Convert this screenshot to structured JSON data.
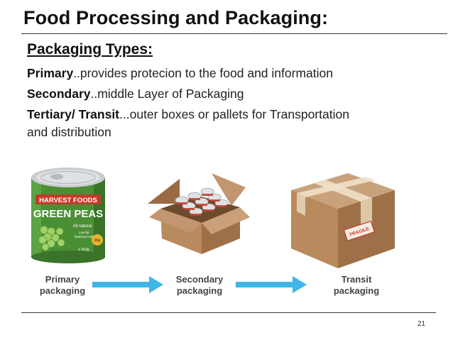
{
  "slide": {
    "title": "Food Processing and Packaging:",
    "subheading": "Packaging Types:",
    "lines": [
      {
        "term": "Primary",
        "text": "..provides protecion to the food and information"
      },
      {
        "term": "Secondary",
        "text": "..middle Layer of Packaging"
      },
      {
        "term": "Tertiary/ Transit",
        "text": "...outer boxes or pallets for Transportation"
      },
      {
        "term": "",
        "text": "and distribution"
      }
    ],
    "page_number": "21"
  },
  "illustration": {
    "can_label": {
      "brand": "HARVEST FOODS",
      "product": "GREEN PEAS",
      "tagline": "All natural",
      "note1": "Low fat",
      "note2": "Reduced salt",
      "weight_badge": "35g",
      "net_weight": "e 410g"
    },
    "fragile_label": "FRAGILE",
    "captions": [
      {
        "line1": "Primary",
        "line2": "packaging"
      },
      {
        "line1": "Secondary",
        "line2": "packaging"
      },
      {
        "line1": "Transit",
        "line2": "packaging"
      }
    ],
    "colors": {
      "arrow": "#3fb6e6",
      "cardboard": "#b88a5e",
      "can_green": "#4b8f35",
      "tape": "#efe1c9"
    }
  }
}
